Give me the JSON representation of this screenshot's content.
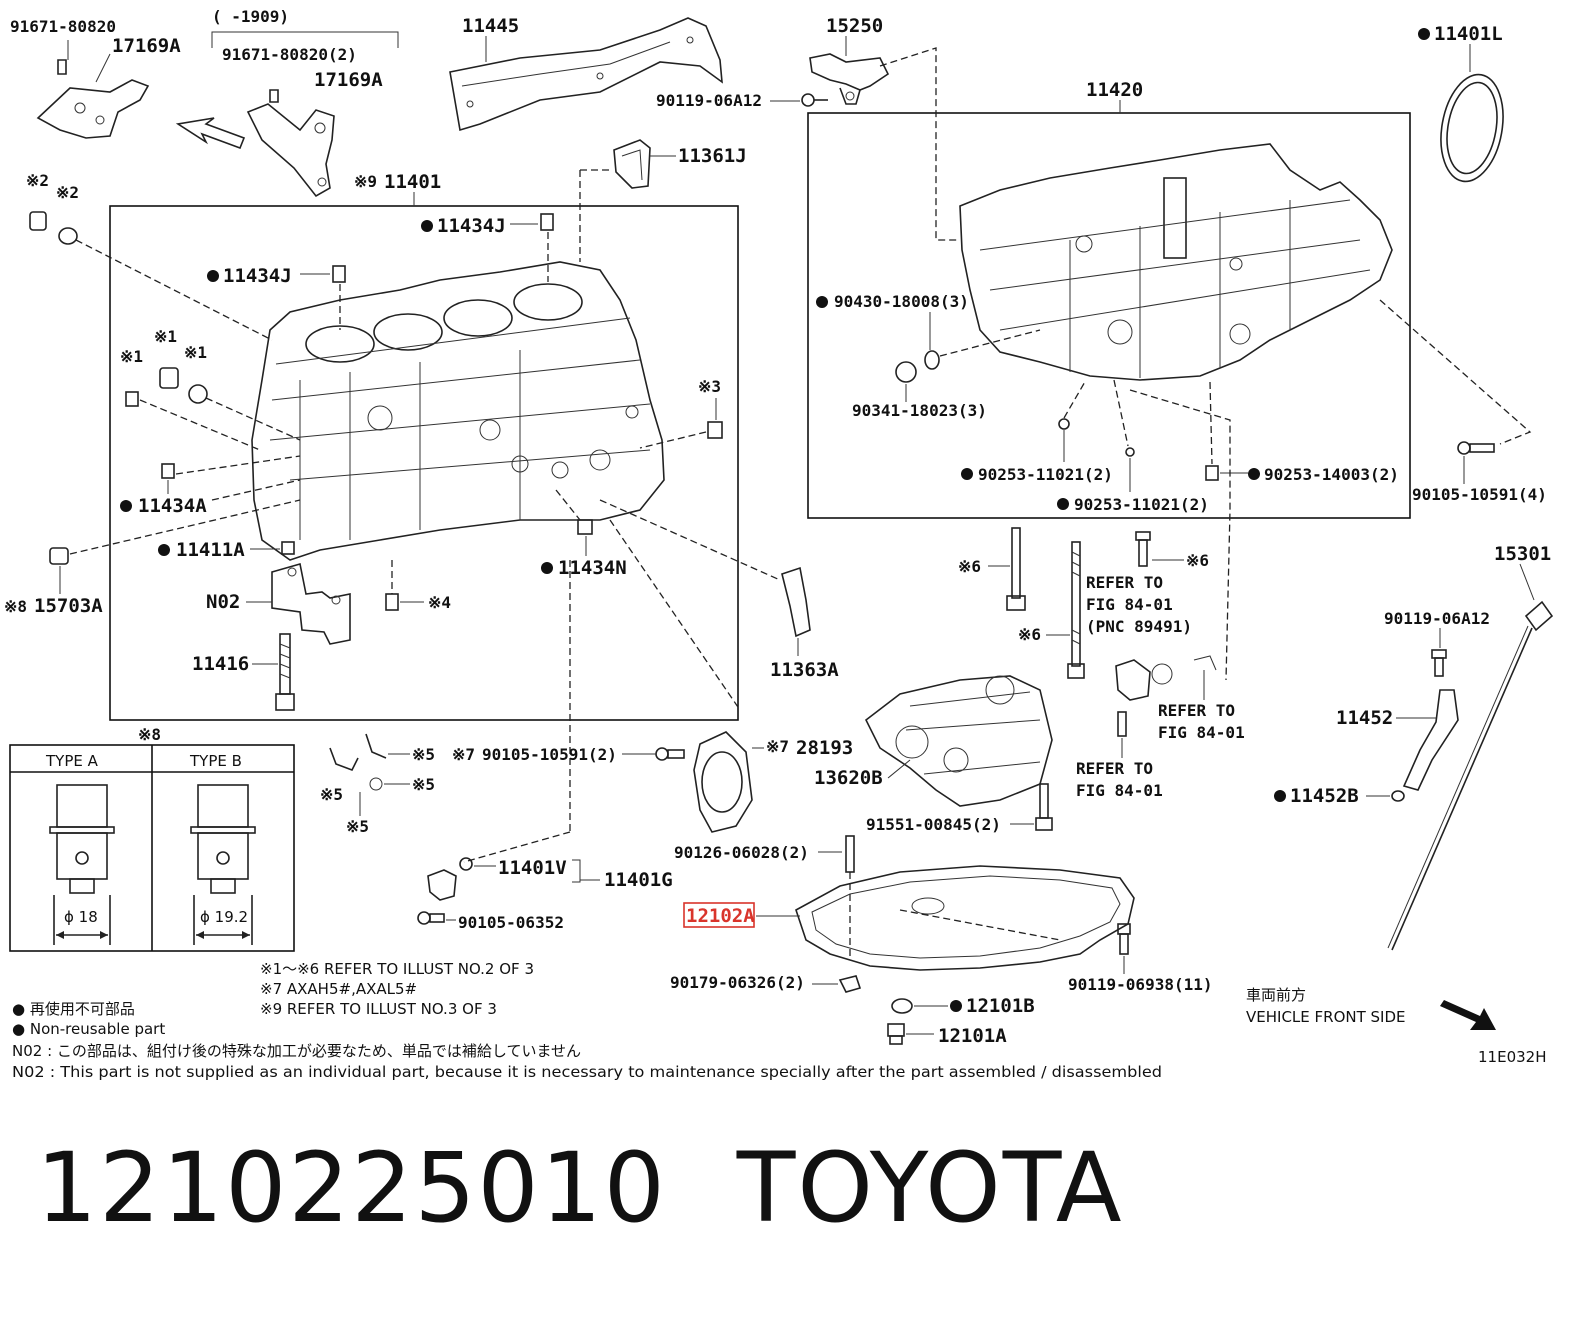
{
  "diagram": {
    "labels": {
      "p9167180820_a": "91671-80820",
      "p17169a_a": "17169A",
      "range": "(      -1909)",
      "p9167180820_b": "91671-80820(2)",
      "p17169a_b": "17169A",
      "p11445": "11445",
      "p15250": "15250",
      "p9011906a12_a": "90119-06A12",
      "p11401l": "11401L",
      "p11420": "11420",
      "p11361j": "11361J",
      "p11401": "11401",
      "p11434j_a": "11434J",
      "p11434j_b": "11434J",
      "p9043018008": "90430-18008(3)",
      "p9034118023": "90341-18023(3)",
      "p9025311021_a": "90253-11021(2)",
      "p9025311021_b": "90253-11021(2)",
      "p9025314003": "90253-14003(2)",
      "p9010510591_a": "90105-10591(4)",
      "p11434a": "11434A",
      "p11411a": "11411A",
      "p11434n": "11434N",
      "p15703a": "15703A",
      "pn02": "N02",
      "p11416": "11416",
      "p11363a": "11363A",
      "refer1": "REFER TO",
      "refer1b": "FIG 84-01",
      "refer1c": "(PNC 89491)",
      "refer2": "REFER TO",
      "refer2b": "FIG 84-01",
      "refer3": "REFER TO",
      "refer3b": "FIG 84-01",
      "p15301": "15301",
      "p9011906a12_b": "90119-06A12",
      "p11452": "11452",
      "p11452b": "11452B",
      "p9010510591_b": "90105-10591(2)",
      "p28193": "28193",
      "p13620b": "13620B",
      "p9155100845": "91551-00845(2)",
      "p9012606028": "90126-06028(2)",
      "p11401v": "11401V",
      "p11401g": "11401G",
      "p9010506352": "90105-06352",
      "p12102a": "12102A",
      "p9017906326": "90179-06326(2)",
      "p9011906938": "90119-06938(11)",
      "p12101b": "12101B",
      "p12101a": "12101A",
      "p11e032h": "11E032H",
      "mk1a": "※1",
      "mk1b": "※1",
      "mk1c": "※1",
      "mk2a": "※2",
      "mk2b": "※2",
      "mk3": "※3",
      "mk4": "※4",
      "mk5a": "※5",
      "mk5b": "※5",
      "mk5c": "※5",
      "mk5d": "※5",
      "mk6a": "※6",
      "mk6b": "※6",
      "mk6c": "※6",
      "mk7a": "※7",
      "mk7b": "※7",
      "mk8a": "※8",
      "mk8b": "※8",
      "mk9": "※9"
    },
    "type_table": {
      "type_a": "TYPE A",
      "type_b": "TYPE B",
      "dia_a": "ϕ 18",
      "dia_b": "ϕ 19.2"
    },
    "notes": {
      "n1": "※1〜※6   REFER TO ILLUST NO.2 OF 3",
      "n2": "※7 AXAH5#,AXAL5#",
      "n3": "※9 REFER TO ILLUST NO.3 OF 3",
      "jp_nonreuse": "● 再使用不可部品",
      "en_nonreuse": "● Non-reusable part",
      "n02_jp": "N02 : この部品は、組付け後の特殊な加工が必要なため、単品では補給していません",
      "n02_en": "N02 : This part is not supplied as an individual part, because it is necessary to maintenance specially after the part assembled / disassembled",
      "front_jp": "車両前方",
      "front_en": "VEHICLE FRONT SIDE"
    }
  },
  "footer": {
    "part_number": "1210225010",
    "brand": "TOYOTA"
  },
  "colors": {
    "line": "#222222",
    "highlight": "#d9342b"
  }
}
